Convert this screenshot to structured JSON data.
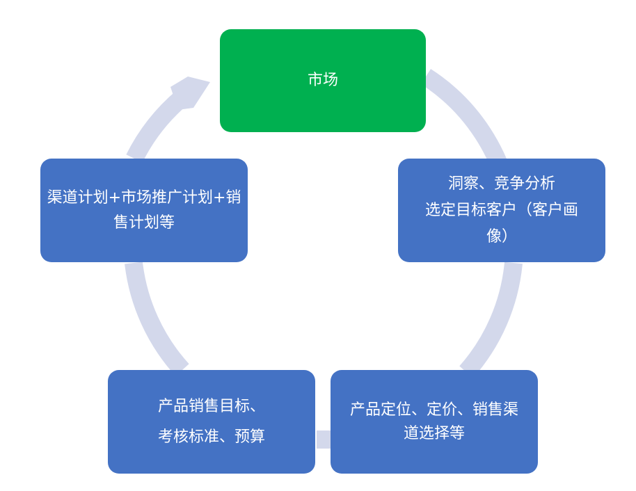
{
  "colors": {
    "cycle_arrow": "#d3d8eb",
    "start_node": "#00b050",
    "step_node": "#4472c4",
    "node_text": "#ffffff"
  },
  "nodes": {
    "market": {
      "lines": [
        "市场"
      ]
    },
    "insight": {
      "lines": [
        "洞察、竞争分析",
        "选定目标客户（客户画像）"
      ]
    },
    "positioning": {
      "lines": [
        "产品定位、定价、销售渠道选择等"
      ]
    },
    "targets": {
      "lines": [
        "产品销售目标、",
        "考核标准、预算"
      ]
    },
    "planning": {
      "lines": [
        "渠道计划+市场推广计划+销售计划等"
      ]
    }
  }
}
